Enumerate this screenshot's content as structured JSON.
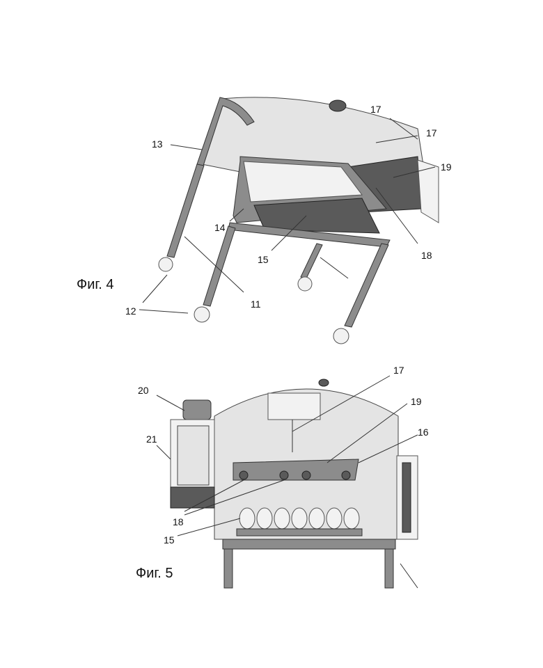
{
  "figure4": {
    "caption": "Фиг. 4",
    "labels": {
      "l17a": "17",
      "l17b": "17",
      "l13": "13",
      "l19": "19",
      "l14": "14",
      "l18": "18",
      "l15": "15",
      "l12": "12",
      "l11": "11"
    }
  },
  "figure5": {
    "caption": "Фиг. 5",
    "labels": {
      "l17": "17",
      "l20": "20",
      "l19": "19",
      "l21": "21",
      "l16": "16",
      "l18": "18",
      "l15": "15"
    }
  }
}
